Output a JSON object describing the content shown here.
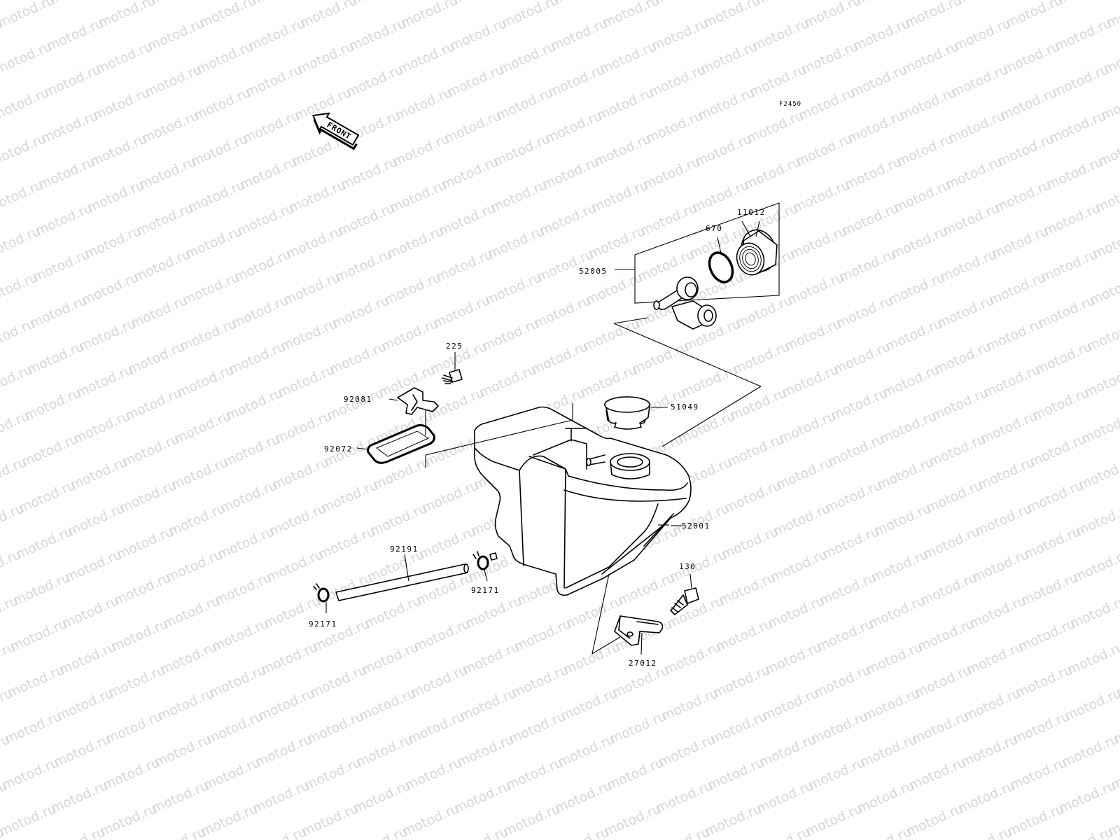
{
  "diagram": {
    "reference_code": "F2450",
    "front_arrow_label": "FRONT",
    "watermark_text": "motod.ru",
    "parts": {
      "p11012": "11012",
      "p670": "670",
      "p52005": "52005",
      "p225": "225",
      "p92081": "92081",
      "p51049": "51049",
      "p92072": "92072",
      "p52001": "52001",
      "p92191": "92191",
      "p92171a": "92171",
      "p92171b": "92171",
      "p130": "130",
      "p27012": "27012"
    }
  },
  "colors": {
    "line": "#000000",
    "background": "#ffffff",
    "watermark": "#d7d7d7"
  }
}
